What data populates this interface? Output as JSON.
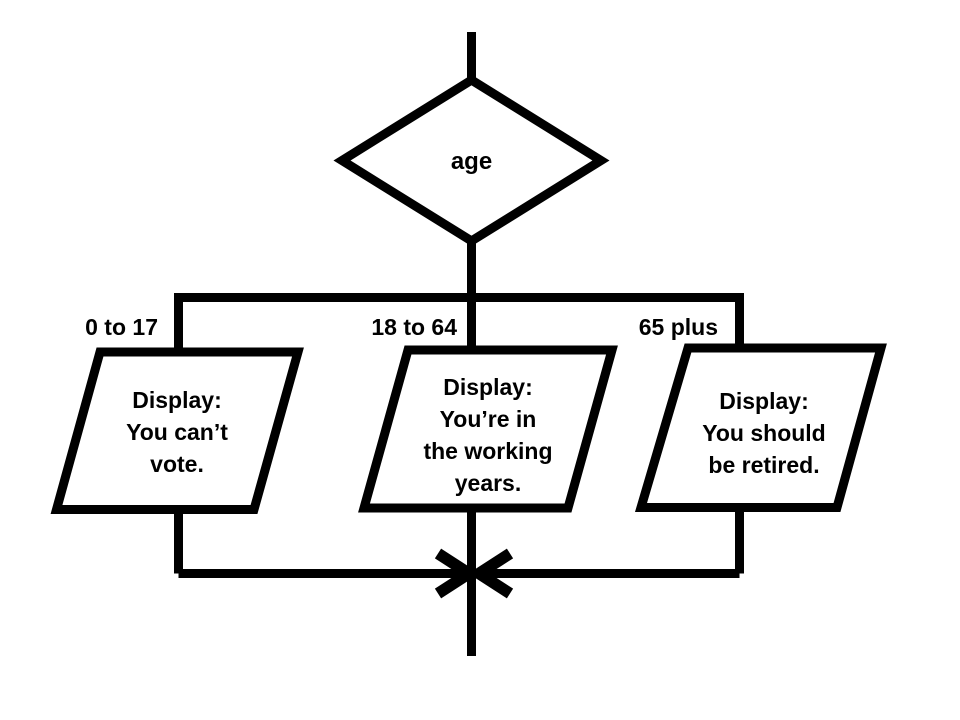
{
  "slide": {
    "background": "#ffffff",
    "line_color": "#000000",
    "decision": {
      "label": "age"
    },
    "branches": [
      {
        "label": "0 to 17",
        "output": "Display:\nYou can’t\nvote."
      },
      {
        "label": "18 to 64",
        "output": "Display:\nYou’re in\nthe working\nyears."
      },
      {
        "label": "65 plus",
        "output": "Display:\nYou should\nbe retired."
      }
    ]
  }
}
